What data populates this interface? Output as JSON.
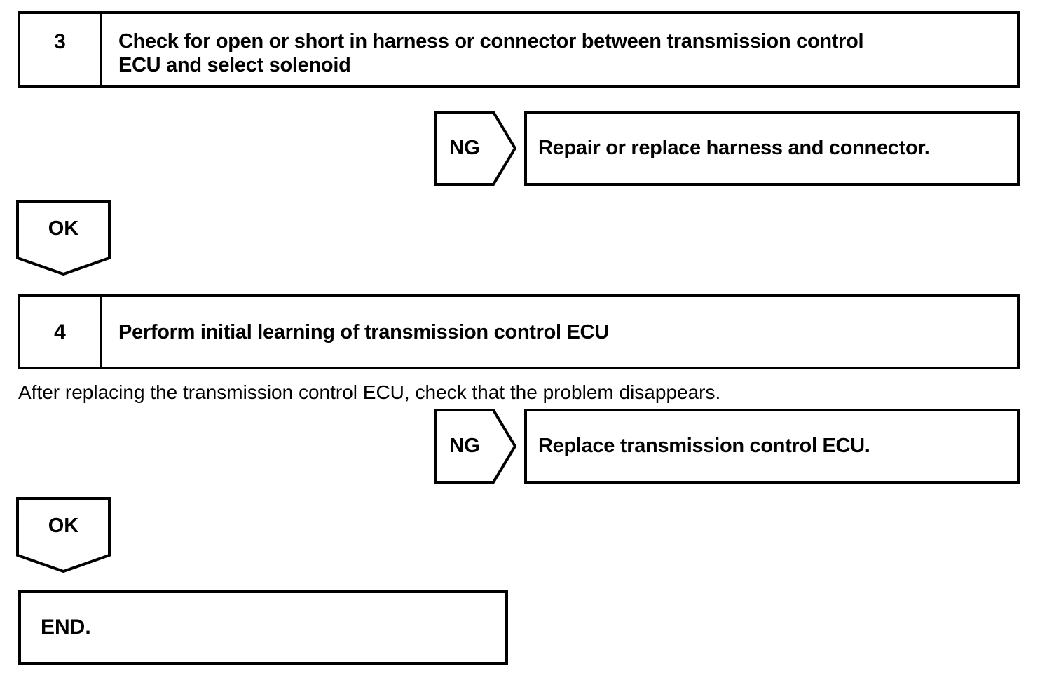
{
  "page": {
    "background_color": "#ffffff",
    "ink_color": "#000000",
    "type": "diagnostic-flowchart"
  },
  "flowchart": {
    "steps": [
      {
        "number": "3",
        "title_lines": [
          "Check for open or short in harness or connector between transmission control",
          "ECU and select solenoid"
        ]
      },
      {
        "number": "4",
        "title_lines": [
          "Perform initial learning of transmission control ECU"
        ]
      }
    ],
    "branches": [
      {
        "label": "NG",
        "action": "Repair or replace harness and connector."
      },
      {
        "label": "NG",
        "action": "Replace transmission control ECU."
      }
    ],
    "ok_connectors": [
      {
        "label": "OK"
      },
      {
        "label": "OK"
      }
    ],
    "note": "After replacing the transmission control ECU, check that the problem disappears.",
    "end_label": "END."
  }
}
